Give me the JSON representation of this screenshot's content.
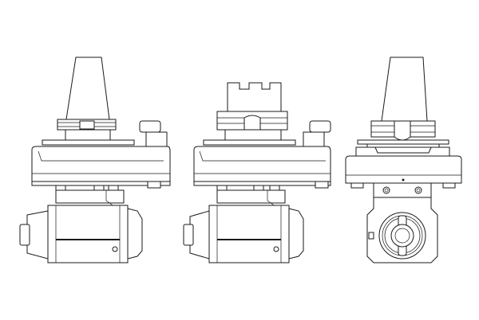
{
  "drawing": {
    "views": [
      {
        "id": "side-view-taper"
      },
      {
        "id": "side-view-flat-shank"
      },
      {
        "id": "front-view-taper"
      }
    ],
    "colors": {
      "line": "#1a1a1a",
      "background": "#ffffff"
    }
  }
}
